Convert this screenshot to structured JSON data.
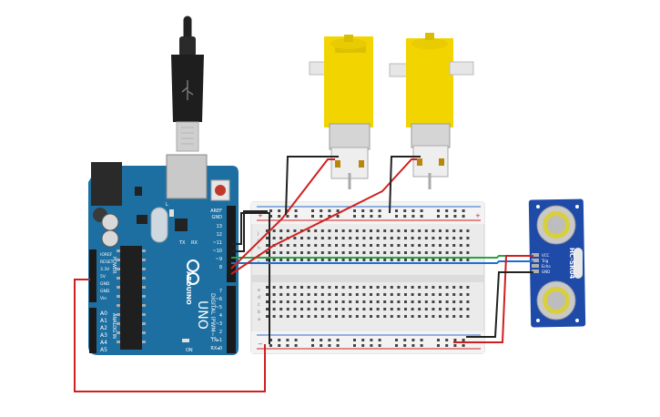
{
  "arduino": {
    "brand": "ARDUINO",
    "model": "UNO",
    "digital_label": "DIGITAL (PWM~)",
    "power_label": "POWER",
    "analog_label": "ANALOG IN",
    "tx_label": "TX",
    "rx_label": "RX",
    "l_label": "L",
    "on_label": "ON",
    "digital_pins": [
      "AREF",
      "GND",
      "13",
      "12",
      "~11",
      "~10",
      "~9",
      "8",
      "7",
      "~6",
      "~5",
      "4",
      "~3",
      "2",
      "TX▸1",
      "RX◂0"
    ],
    "power_pins": [
      "IOREF",
      "RESET",
      "3.3V",
      "5V",
      "GND",
      "GND",
      "Vin"
    ],
    "analog_pins": [
      "A0",
      "A1",
      "A2",
      "A3",
      "A4",
      "A5"
    ]
  },
  "sensor": {
    "model": "HC-SR04",
    "pins": [
      "VCC",
      "Trig",
      "Echo",
      "GND"
    ]
  },
  "breadboard": {
    "row_letters_top": [
      "j",
      "i",
      "h",
      "g",
      "f"
    ],
    "row_letters_bottom": [
      "e",
      "d",
      "c",
      "b",
      "a"
    ],
    "plus": "+",
    "minus": "−"
  },
  "wire_colors": {
    "red": "#d01f1f",
    "black": "#222222",
    "green": "#2ea043",
    "blue": "#1f6fd0"
  }
}
